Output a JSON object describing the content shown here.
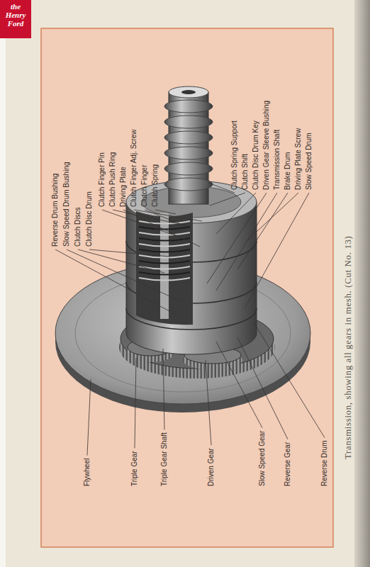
{
  "diagram": {
    "caption": "Transmission, showing all gears in mesh. (Cut No. 13)",
    "labels": [
      "the Henry Ford",
      "Reverse Drum Bushing",
      "Slow Speed Drum Bushing",
      "Clutch Discs",
      "Clutch Disc Drum",
      "Clutch Finger Pin",
      "Clutch Push Ring",
      "Driving Plate",
      "Clutch Finger Adj. Screw",
      "Clutch Finger",
      "Clutch Spring",
      "Clutch Spring Support",
      "Clutch Shift",
      "Clutch Disc Drum Key",
      "Driven Gear Sleeve Bushing",
      "Transmission Shaft",
      "Brake Drum",
      "Driving Plate Screw",
      "Slow Speed Drum",
      "Flywheel",
      "Triple Gear",
      "Triple Gear Shaft",
      "Driven Gear",
      "Slow Speed Gear",
      "Reverse Gear",
      "Reverse Drum"
    ]
  }
}
